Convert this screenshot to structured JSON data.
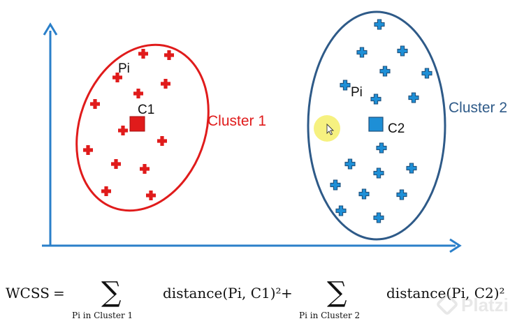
{
  "diagram": {
    "cluster1": {
      "label": "Cluster 1",
      "point_label": "Pi",
      "centroid_label": "C1",
      "color": "#e01b1b"
    },
    "cluster2": {
      "label": "Cluster 2",
      "point_label": "Pi",
      "centroid_label": "C2",
      "color": "#2e5a88",
      "marker_color": "#1e8fd6"
    },
    "axis_color": "#2a7fc9",
    "cursor_highlight_color": "#f5ef6a"
  },
  "formula": {
    "lhs": "WCSS",
    "equals": "=",
    "sigma": "∑",
    "term1_sub": "Pi in Cluster 1",
    "term1": "distance(Pi, C1)²",
    "plus": "+",
    "term2_sub": "Pi in Cluster 2",
    "term2": "distance(Pi, C2)²"
  },
  "watermark": {
    "text": "Platzi"
  },
  "icons": [
    "cursor-arrow-icon",
    "platzi-logo-icon",
    "plus-marker-icon",
    "centroid-square-icon"
  ]
}
